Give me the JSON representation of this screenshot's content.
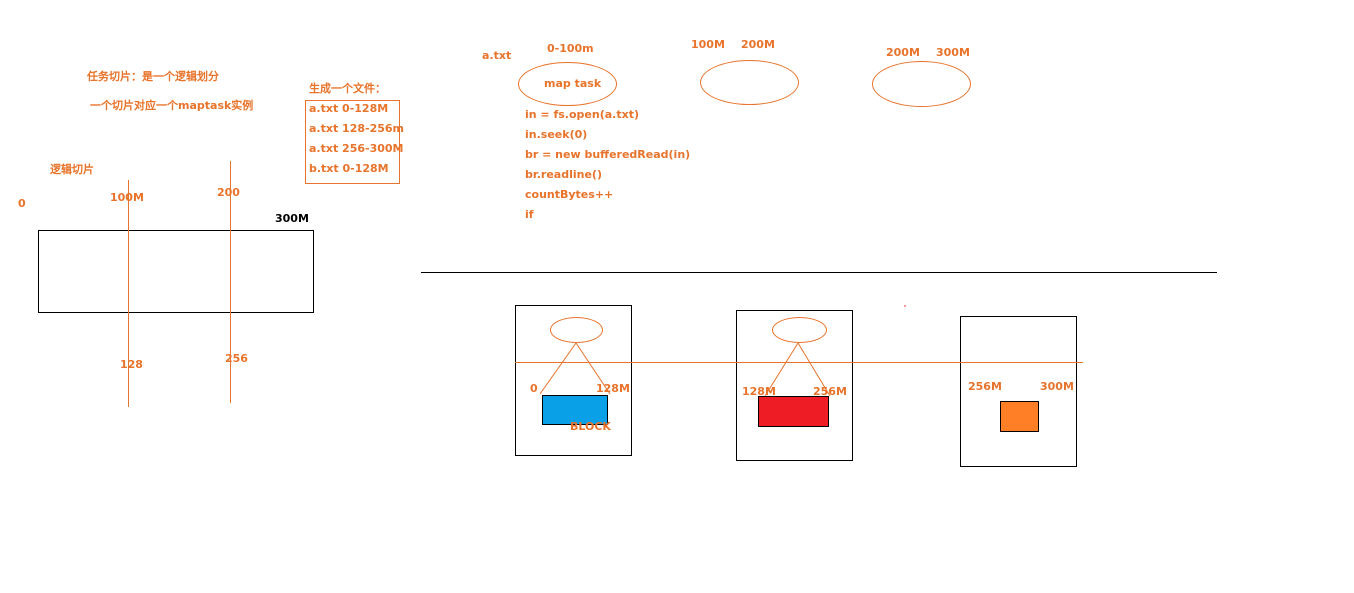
{
  "notes": {
    "task_split": "任务切片：是一个逻辑划分",
    "split_per_maptask": "一个切片对应一个maptask实例",
    "logical_split": "逻辑切片"
  },
  "left_diagram": {
    "label_0": "0",
    "label_100m": "100M",
    "label_200": "200",
    "label_300m": "300M",
    "label_128": "128",
    "label_256": "256"
  },
  "files": {
    "heading": "生成一个文件：",
    "rows": [
      "a.txt   0-128M",
      "a.txt  128-256m",
      "a.txt 256-300M",
      "b.txt 0-128M"
    ]
  },
  "top_section": {
    "file_name": "a.txt",
    "range1": "0-100m",
    "map_task": "map task",
    "range2_a": "100M",
    "range2_b": "200M",
    "range3_a": "200M",
    "range3_b": "300M",
    "code_lines": [
      "in = fs.open(a.txt)",
      "in.seek(0)",
      "br = new bufferedRead(in)",
      "br.readline()",
      "countBytes++",
      "if"
    ]
  },
  "bottom_section": {
    "block1": {
      "start": "0",
      "end": "128M",
      "caption": "BLOCK",
      "color": "#0aa0e8"
    },
    "block2": {
      "start": "128M",
      "end": "256M",
      "color": "#ee1c25"
    },
    "block3": {
      "start": "256M",
      "end": "300M",
      "color": "#ff7f27"
    }
  },
  "colors": {
    "accent": "#e8732b",
    "black": "#000000"
  }
}
